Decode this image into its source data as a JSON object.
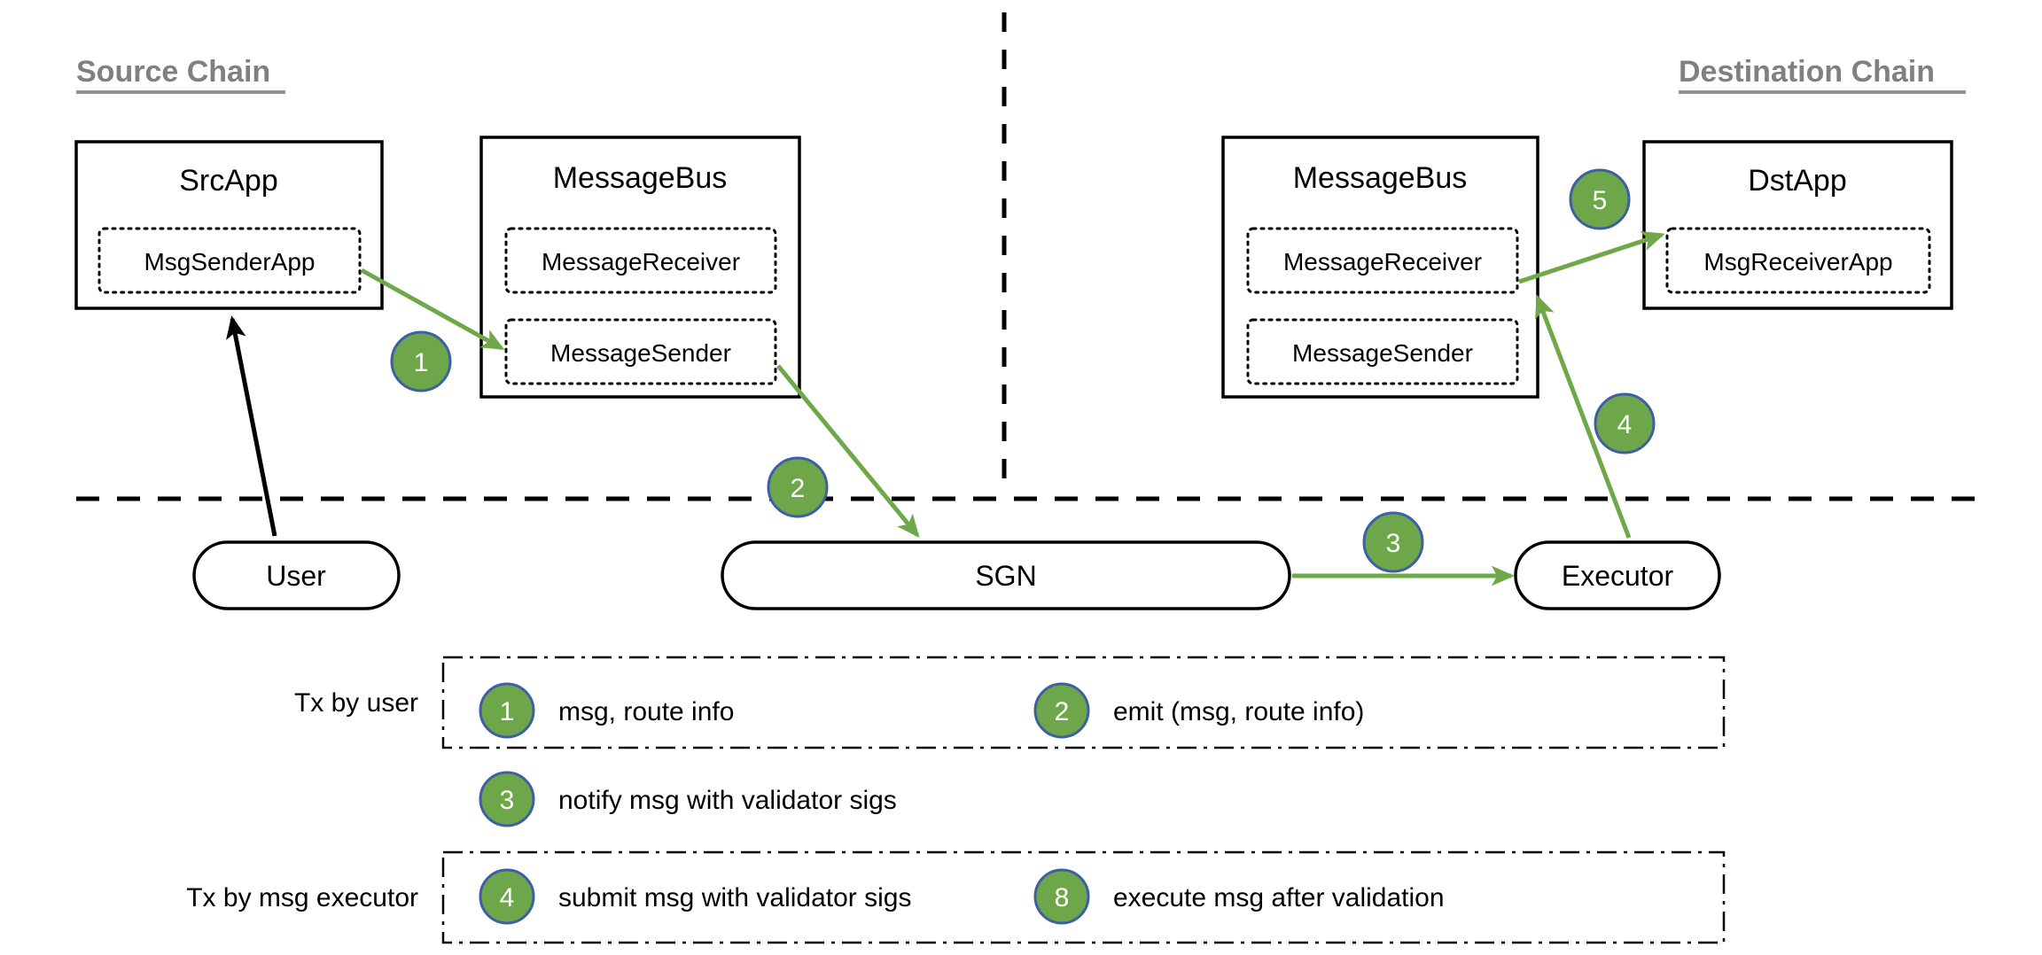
{
  "diagram": {
    "title_source_chain": "Source Chain",
    "title_destination_chain": "Destination Chain",
    "colors": {
      "flow_green": "#6FA849",
      "badge_fill": "#6DA74A",
      "badge_stroke": "#3E5FA3",
      "chain_title": "#808080",
      "stroke_black": "#000000"
    },
    "source_chain": {
      "src_app": {
        "title": "SrcApp",
        "inner": "MsgSenderApp"
      },
      "message_bus": {
        "title": "MessageBus",
        "inner_receiver": "MessageReceiver",
        "inner_sender": "MessageSender"
      }
    },
    "destination_chain": {
      "message_bus": {
        "title": "MessageBus",
        "inner_receiver": "MessageReceiver",
        "inner_sender": "MessageSender"
      },
      "dst_app": {
        "title": "DstApp",
        "inner": "MsgReceiverApp"
      }
    },
    "offchain": {
      "user": "User",
      "sgn": "SGN",
      "executor": "Executor"
    },
    "flow_badges": [
      {
        "id": "flow-1",
        "num": "1"
      },
      {
        "id": "flow-2",
        "num": "2"
      },
      {
        "id": "flow-3",
        "num": "3"
      },
      {
        "id": "flow-4",
        "num": "4"
      },
      {
        "id": "flow-5",
        "num": "5"
      }
    ],
    "legend": {
      "group_user_label": "Tx by user",
      "group_executor_label": "Tx by msg executor",
      "items_user_row": [
        {
          "num": "1",
          "text": "msg, route info"
        },
        {
          "num": "2",
          "text": "emit (msg, route info)"
        }
      ],
      "items_middle_row": [
        {
          "num": "3",
          "text": "notify msg with validator sigs"
        }
      ],
      "items_executor_row": [
        {
          "num": "4",
          "text": "submit msg with validator sigs"
        },
        {
          "num": "8",
          "text": "execute msg after validation"
        }
      ]
    }
  }
}
